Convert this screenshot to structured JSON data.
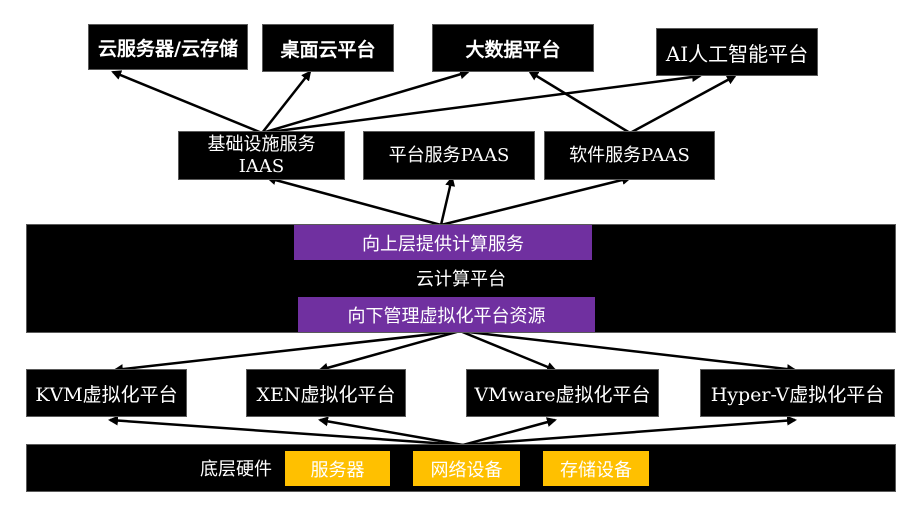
{
  "top_platforms": [
    "云服务器/云存储",
    "桌面云平台",
    "大数据平台",
    "AI人工智能平台"
  ],
  "services": [
    "基础设施服务\nIAAS",
    "平台服务PAAS",
    "软件服务PAAS"
  ],
  "cloud": {
    "upper": "向上层提供计算服务",
    "title": "云计算平台",
    "lower": "向下管理虚拟化平台资源"
  },
  "virtualization": [
    "KVM虚拟化平台",
    "XEN虚拟化平台",
    "VMware虚拟化平台",
    "Hyper-V虚拟化平台"
  ],
  "hardware": {
    "label": "底层硬件",
    "items": [
      "服务器",
      "网络设备",
      "存储设备"
    ]
  },
  "colors": {
    "box": "#000000",
    "accent_purple": "#7030a0",
    "accent_yellow": "#ffc000",
    "arrow": "#000000"
  }
}
